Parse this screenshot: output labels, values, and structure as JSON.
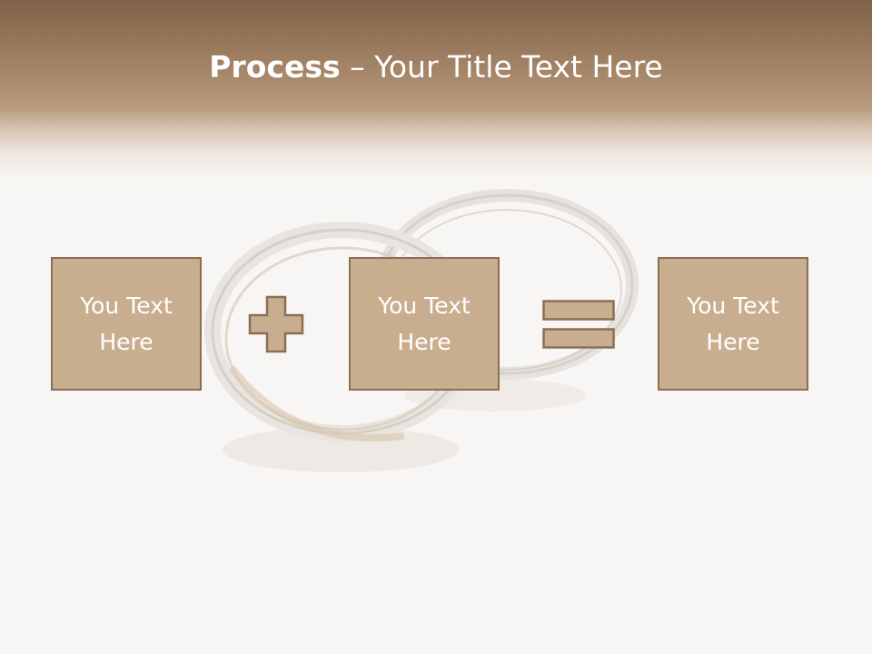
{
  "slide": {
    "title_bold": "Process",
    "title_rest": " – Your Title Text Here",
    "boxes": [
      {
        "text": "You Text Here"
      },
      {
        "text": "You Text Here"
      },
      {
        "text": "You Text Here"
      }
    ],
    "operators": [
      "plus-icon",
      "equals-icon"
    ]
  },
  "colors": {
    "header_dark": "#7e6248",
    "header_mid": "#ab8b6d",
    "box_fill": "#c9ad8f",
    "box_border": "#8a6f56",
    "background": "#f8f6f4",
    "text": "#ffffff"
  }
}
